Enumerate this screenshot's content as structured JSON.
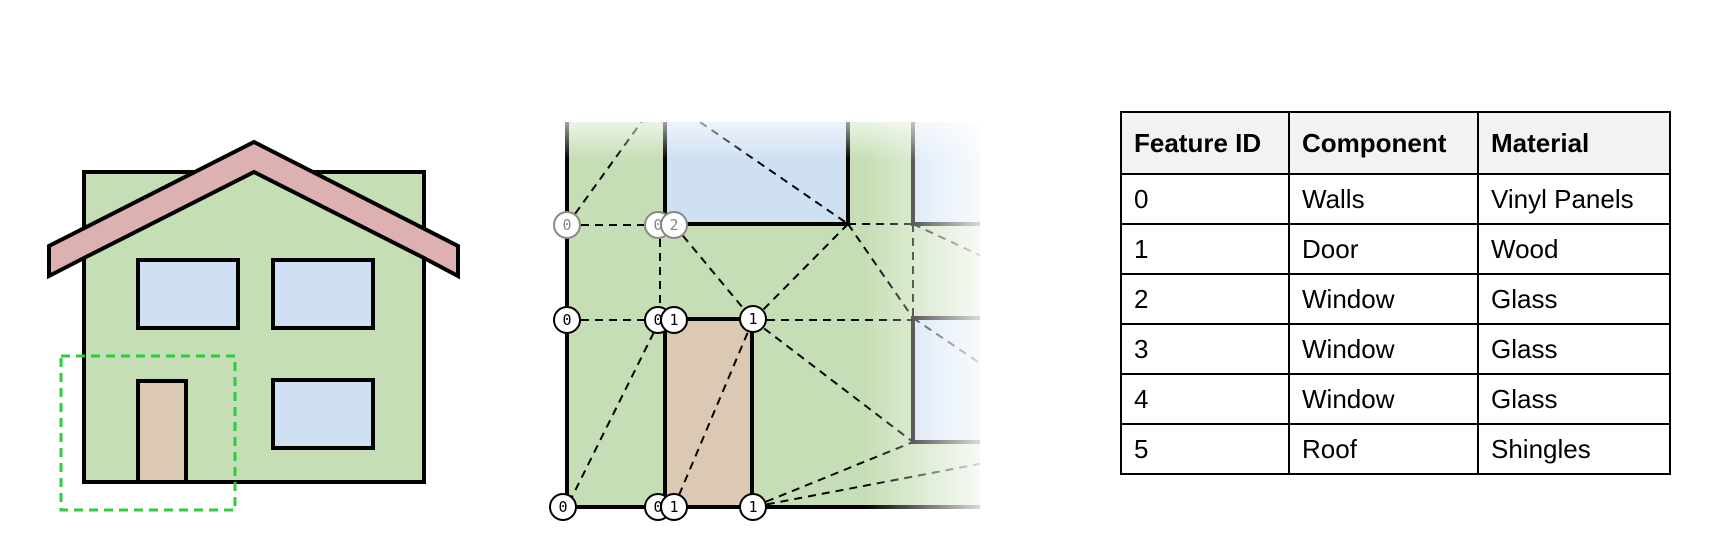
{
  "colors": {
    "walls": "#c6deb5",
    "roof": "#ddb0b2",
    "window": "#cfe0f3",
    "door": "#dbc9b4",
    "highlight_box": "#2ecc40",
    "outline": "#000000"
  },
  "mesh": {
    "nodes": [
      {
        "id": "node-a",
        "label": "0",
        "faded": true
      },
      {
        "id": "node-b",
        "label": "0",
        "faded": true
      },
      {
        "id": "node-c",
        "label": "2",
        "faded": true
      },
      {
        "id": "node-d",
        "label": "0",
        "faded": false
      },
      {
        "id": "node-e",
        "label": "0",
        "faded": false
      },
      {
        "id": "node-f",
        "label": "1",
        "faded": false
      },
      {
        "id": "node-g",
        "label": "1",
        "faded": false
      },
      {
        "id": "node-h",
        "label": "0",
        "faded": false
      },
      {
        "id": "node-i",
        "label": "0",
        "faded": false
      },
      {
        "id": "node-j",
        "label": "1",
        "faded": false
      },
      {
        "id": "node-k",
        "label": "1",
        "faded": false
      }
    ]
  },
  "table": {
    "headers": [
      "Feature ID",
      "Component",
      "Material"
    ],
    "rows": [
      [
        "0",
        "Walls",
        "Vinyl Panels"
      ],
      [
        "1",
        "Door",
        "Wood"
      ],
      [
        "2",
        "Window",
        "Glass"
      ],
      [
        "3",
        "Window",
        "Glass"
      ],
      [
        "4",
        "Window",
        "Glass"
      ],
      [
        "5",
        "Roof",
        "Shingles"
      ]
    ]
  }
}
